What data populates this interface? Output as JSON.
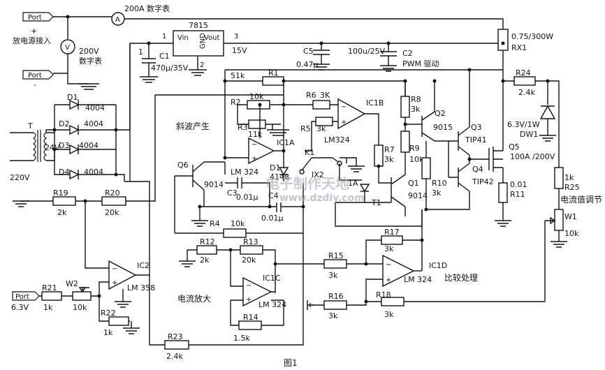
{
  "ports": {
    "input_top": "Port",
    "input_bottom": "Port",
    "voltage_in": "Port"
  },
  "meters": {
    "ammeter": "200A 数字表",
    "ammeter_symbol": "A",
    "voltmeter": "200V",
    "voltmeter2": "数字表",
    "voltmeter_symbol": "V",
    "discharge_plus": "+",
    "discharge_label": "放电源接入",
    "discharge_minus": "-"
  },
  "transformer": {
    "name": "T",
    "secondary": "24V",
    "primary": "220V"
  },
  "diodes": {
    "d1": "D1",
    "d2": "D2",
    "d3": "D3",
    "d4": "D4",
    "type": "4004"
  },
  "regulator": {
    "name": "7815",
    "vin": "Vin",
    "gnd": "GND",
    "vout": "Vout",
    "pin1": "1",
    "pin2": "2",
    "pin3": "3",
    "out": "15V"
  },
  "caps": {
    "c1": "C1",
    "c1_val": "470μ/35V",
    "c5": "C5",
    "c5_val": "0.47μ",
    "c2": "C2",
    "c2_val": "100u/25V",
    "c3": "C3",
    "c3_val": "0.01μ",
    "c4": "C4",
    "c4_val": "0.01μ"
  },
  "pwm_label": "PWM 驱动",
  "resistors": {
    "rx1": "RX1",
    "rx1_val": "0.75/300W",
    "r1": "R1",
    "r1_val": "51k",
    "r2": "R2",
    "r2_val": "10k",
    "r3": "R3",
    "r3_val": "11k",
    "r4": "R4",
    "r4_val": "10k",
    "r5": "R5",
    "r5_val": "3k",
    "r6": "R6",
    "r6_val": "3K",
    "r7": "R7",
    "r7_val": "3k",
    "r8": "R8",
    "r8_val": "3k",
    "r9": "R9",
    "r9_val": "10k",
    "r10": "R10",
    "r10_val": "3k",
    "r11": "R11",
    "r11_val": "0.01",
    "r12": "R12",
    "r12_val": "2k",
    "r13": "R13",
    "r13_val": "20k",
    "r14": "R14",
    "r14_val": "1.5k",
    "r15": "R15",
    "r15_val": "3k",
    "r16": "R16",
    "r16_val": "3k",
    "r17": "R17",
    "r17_val": "3k",
    "r18": "R18",
    "r18_val": "3k",
    "r19": "R19",
    "r19_val": "2k",
    "r20": "R20",
    "r20_val": "20k",
    "r21": "R21",
    "r21_val": "1k",
    "r22": "R22",
    "r22_val": "1k",
    "r23": "R23",
    "r23_val": "2.4k",
    "r24": "R24",
    "r24_val": "2.4k",
    "r25": "R25",
    "r25_val": "1k",
    "w1": "W1",
    "w1_val": "10k",
    "w2": "W2",
    "w2_val": "10k"
  },
  "opamps": {
    "ic1a": "IC1A",
    "ic1a_type": "LM 324",
    "ic1b": "IC1B",
    "ic1b_type": "LM324",
    "ic1c": "IC1C",
    "ic1c_type": "LM 324",
    "ic1d": "IC1D",
    "ic1d_type": "LM 324",
    "ic2": "IC2",
    "ic2_type": "LM 358"
  },
  "transistors": {
    "q1": "Q1",
    "q1_type": "9014",
    "q2": "Q2",
    "q2_type": "9015",
    "q3": "Q3",
    "q3_type": "TIP41",
    "q4": "Q4",
    "q4_type": "TIP42",
    "q5": "Q5",
    "q5_type": "100A /200V",
    "q6": "Q6",
    "q6_type": "9014"
  },
  "misc": {
    "d1b": "D1",
    "d1b_type": "4148",
    "dw1": "DW1",
    "dw1_val": "6.3V/1W",
    "k1": "K1",
    "ix2": "IX2",
    "t1": "T1",
    "one_a": "1A"
  },
  "section_labels": {
    "ramp": "斜波产生",
    "current_amp": "电流放大",
    "compare": "比较处理",
    "current_adjust": "电流值调节",
    "v63": "6.3V",
    "figure": "图1"
  },
  "watermark": {
    "cn": "电子制作天地",
    "url": "www.dzdiy.com"
  }
}
